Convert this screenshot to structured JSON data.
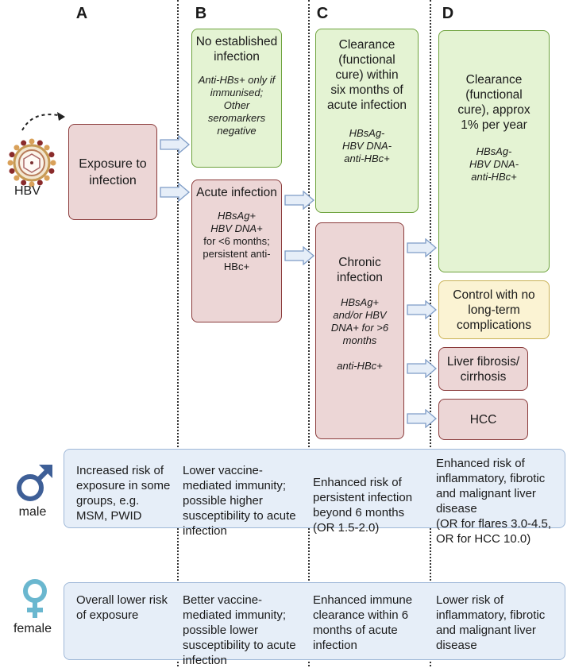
{
  "columns": {
    "a": "A",
    "b": "B",
    "c": "C",
    "d": "D"
  },
  "virus_label": "HBV",
  "exposure": "Exposure to infection",
  "no_infection": {
    "title": "No established infection",
    "sub1": "Anti-HBs+ only if immunised;",
    "sub2": "Other seromarkers negative"
  },
  "acute": {
    "title": "Acute infection",
    "sub1": "HBsAg+",
    "sub2": "HBV DNA+",
    "sub3": "for <6 months; persistent anti-HBc+"
  },
  "clearance_c": {
    "title": "Clearance (functional cure) within six months of acute infection",
    "sub1": "HBsAg-",
    "sub2": "HBV DNA-",
    "sub3": "anti-HBc+"
  },
  "chronic": {
    "title": "Chronic infection",
    "sub1": "HBsAg+ and/or HBV DNA+ for >6 months",
    "sub2": "anti-HBc+"
  },
  "clearance_d": {
    "title": "Clearance (functional cure), approx 1% per year",
    "sub1": "HBsAg-",
    "sub2": "HBV DNA-",
    "sub3": "anti-HBc+"
  },
  "control": "Control with no long-term complications",
  "fibrosis": "Liver fibrosis/ cirrhosis",
  "hcc": "HCC",
  "male": {
    "label": "male",
    "a": "Increased risk of exposure in some groups, e.g. MSM, PWID",
    "b": "Lower vaccine-mediated immunity; possible higher susceptibility to acute infection",
    "c": "Enhanced risk of persistent infection beyond 6 months (OR 1.5-2.0)",
    "d": "Enhanced risk of inflammatory, fibrotic and malignant liver disease",
    "d2": "(OR for flares 3.0-4.5, OR for HCC 10.0)"
  },
  "female": {
    "label": "female",
    "a": "Overall lower risk of exposure",
    "b": "Better vaccine-mediated immunity; possible lower susceptibility to acute infection",
    "c": "Enhanced immune clearance within 6 months of acute infection",
    "d": "Lower risk of inflammatory, fibrotic and malignant liver disease"
  },
  "colors": {
    "green": "#e4f3d3",
    "pink": "#ecd6d6",
    "yellow": "#fbf3d3",
    "band": "#e6eef8",
    "male": "#3e5f97",
    "female": "#6ab7cf"
  },
  "icons": [
    "virus-icon",
    "curved-arrow-icon",
    "right-arrow-icon",
    "male-symbol-icon",
    "female-symbol-icon"
  ]
}
